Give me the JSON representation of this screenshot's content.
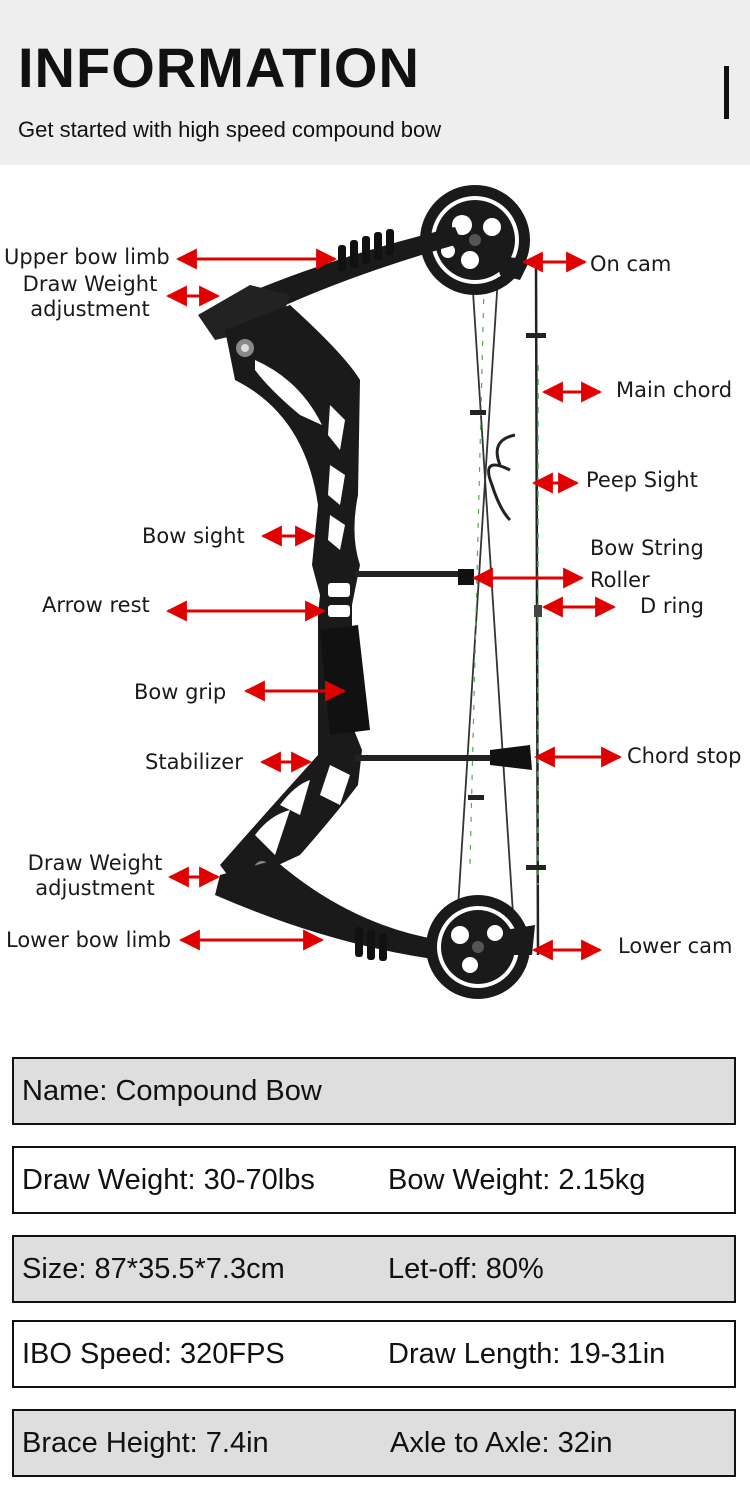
{
  "header": {
    "title": "INFORMATION",
    "subtitle": "Get started with high speed compound bow"
  },
  "diagram": {
    "labels": {
      "upper_bow_limb": "Upper bow limb",
      "draw_weight_upper_1": "Draw Weight",
      "draw_weight_upper_2": "adjustment",
      "on_cam": "On cam",
      "main_chord": "Main chord",
      "peep_sight": "Peep Sight",
      "bow_sight": "Bow sight",
      "bow_string": "Bow String",
      "roller": "Roller",
      "arrow_rest": "Arrow rest",
      "d_ring": "D ring",
      "bow_grip": "Bow grip",
      "stabilizer": "Stabilizer",
      "chord_stop": "Chord stop",
      "draw_weight_lower_1": "Draw Weight",
      "draw_weight_lower_2": "adjustment",
      "lower_bow_limb": "Lower bow limb",
      "lower_cam": "Lower cam"
    },
    "colors": {
      "arrow": "#e10000",
      "bow": "#111111",
      "string_accent": "#4caf50"
    }
  },
  "specs": {
    "name": "Name: Compound  Bow",
    "draw_weight": "Draw Weight: 30-70lbs",
    "bow_weight": "Bow Weight: 2.15kg",
    "size": "Size: 87*35.5*7.3cm",
    "let_off": "Let-off: 80%",
    "ibo_speed": "IBO Speed: 320FPS",
    "draw_length": "Draw Length: 19-31in",
    "brace_height": "Brace Height: 7.4in",
    "axle_to_axle": "Axle to Axle: 32in"
  }
}
